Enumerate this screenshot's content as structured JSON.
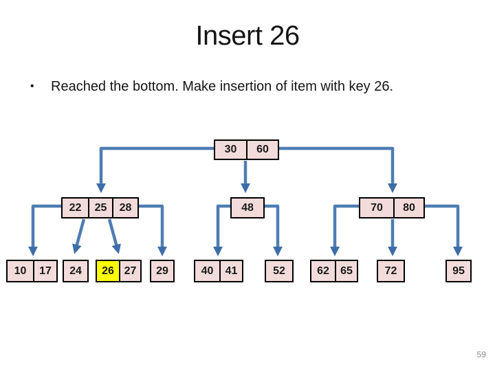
{
  "slide": {
    "title": "Insert 26",
    "bullet_marker": "•",
    "bullet": "Reached the bottom. Make insertion of item with key 26.",
    "page_number": "59"
  },
  "colors": {
    "background": "#FFFFFF",
    "node_fill": "#F2DCDB",
    "node_border": "#000000",
    "highlight_fill": "#FFFF00",
    "connector_line": "#4E7DB2",
    "connector_arrowhead": "#3E6EA7",
    "title_text": "#141414",
    "page_number_text": "#898989"
  },
  "tree": {
    "type": "b-tree",
    "root": {
      "keys": [
        "30",
        "60"
      ]
    },
    "internal": [
      {
        "keys": [
          "22",
          "25",
          "28"
        ]
      },
      {
        "keys": [
          "48"
        ]
      },
      {
        "keys": [
          "70",
          "80"
        ]
      }
    ],
    "leaves": [
      {
        "keys": [
          "10",
          "17"
        ]
      },
      {
        "keys": [
          "24"
        ]
      },
      {
        "keys": [
          "26",
          "27"
        ],
        "highlighted_key": "26"
      },
      {
        "keys": [
          "29"
        ]
      },
      {
        "keys": [
          "40",
          "41"
        ]
      },
      {
        "keys": [
          "52"
        ]
      },
      {
        "keys": [
          "62",
          "65"
        ]
      },
      {
        "keys": [
          "72"
        ]
      },
      {
        "keys": [
          "95"
        ]
      }
    ],
    "edges": [
      "root->22-25-28",
      "root->48",
      "root->70-80",
      "22-25-28->10-17",
      "22-25-28->24",
      "22-25-28->26-27",
      "22-25-28->29",
      "48->40-41",
      "48->52",
      "70-80->62-65",
      "70-80->72",
      "70-80->95"
    ]
  }
}
